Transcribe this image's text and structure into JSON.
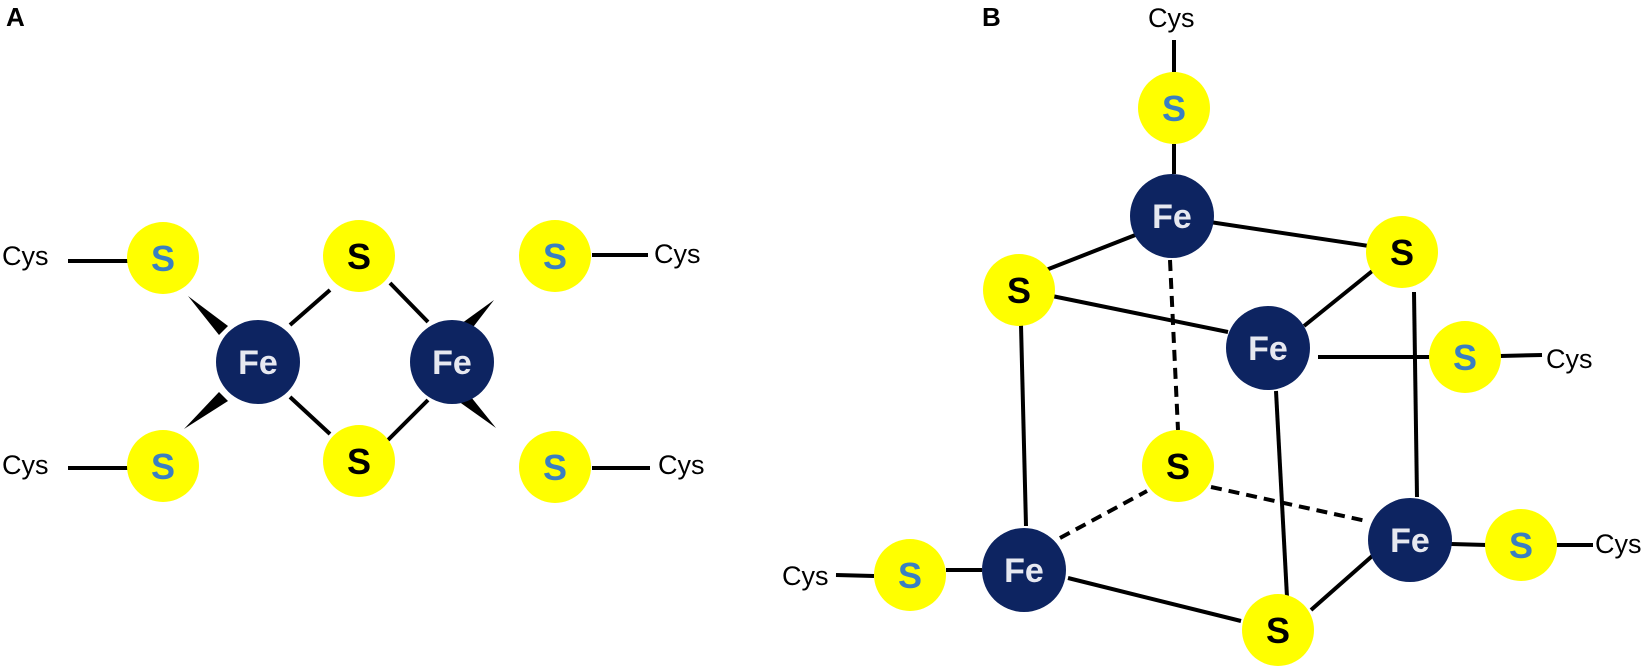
{
  "panels": [
    {
      "label": "A",
      "fe_label": "Fe",
      "bridge_s_label": "S",
      "terminal_s_label": "S",
      "cys_label": "Cys"
    },
    {
      "label": "B",
      "fe_label": "Fe",
      "core_s_label": "S",
      "terminal_s_label": "S",
      "cys_label": "Cys"
    }
  ],
  "colors": {
    "fe_fill": "#0d2461",
    "fe_text": "#e6e8f0",
    "s_fill": "#ffff00",
    "bridge_s_text": "#000000",
    "terminal_s_text": "#3a7fc2",
    "bond": "#000000",
    "background": "#ffffff"
  }
}
